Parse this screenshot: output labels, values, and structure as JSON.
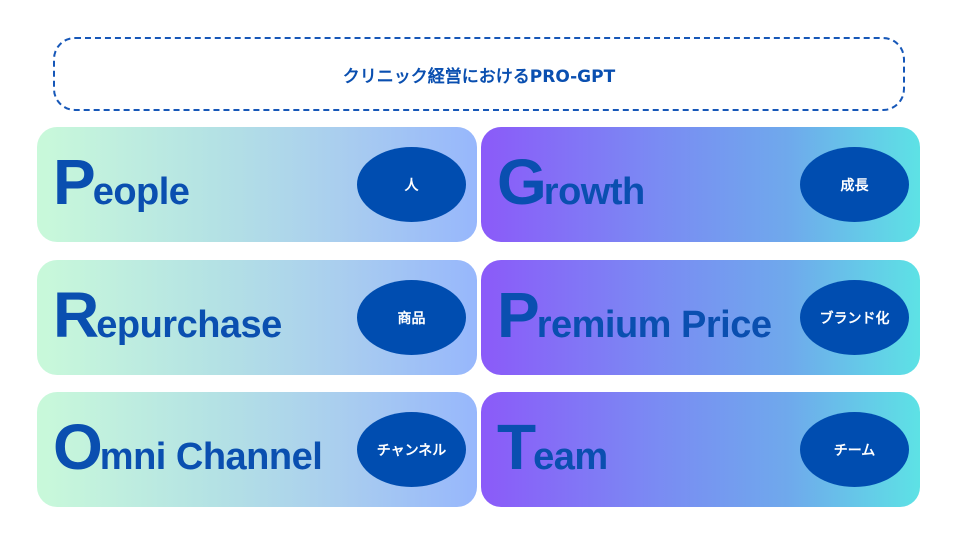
{
  "title": "クリニック経営におけるPRO-GPT",
  "cards": [
    {
      "initial": "P",
      "rest": "eople",
      "tag": "人"
    },
    {
      "initial": "G",
      "rest": "rowth",
      "tag": "成長"
    },
    {
      "initial": "R",
      "rest": "epurchase",
      "tag": "商品"
    },
    {
      "initial": "P",
      "rest": "remium Price",
      "tag": "ブランド化"
    },
    {
      "initial": "O",
      "rest": "mni Channel",
      "tag": "チャンネル"
    },
    {
      "initial": "T",
      "rest": "eam",
      "tag": "チーム"
    }
  ],
  "colors": {
    "accent": "#004db0",
    "left_start": "#c9f9da",
    "left_end": "#97b7fc",
    "right_start": "#8b5af9",
    "right_end": "#5de2e5"
  }
}
